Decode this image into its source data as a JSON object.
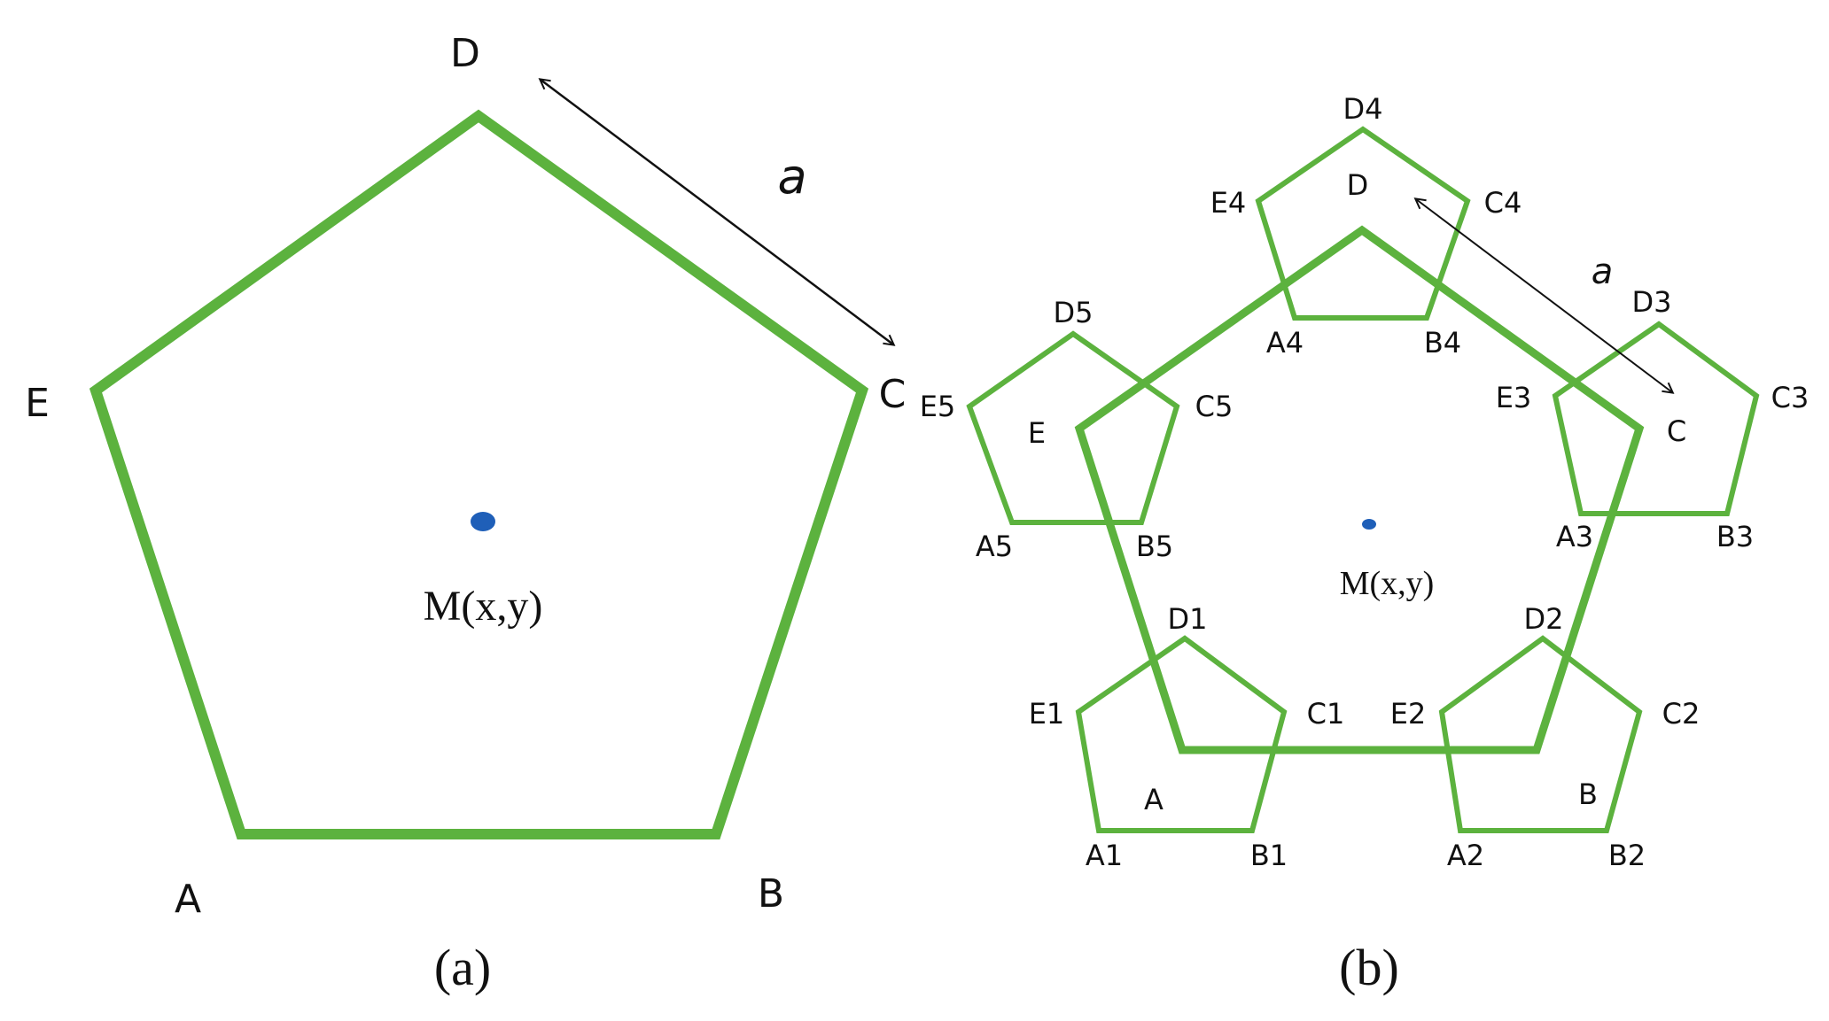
{
  "colors": {
    "pentagon": "#5cb23e",
    "center_dot": "#1f5fb8",
    "arrow": "#111111",
    "text": "#111111"
  },
  "panel_a": {
    "caption": "(a)",
    "center_label": "M(x,y)",
    "side_label": "a",
    "vertices": {
      "A": "A",
      "B": "B",
      "C": "C",
      "D": "D",
      "E": "E"
    }
  },
  "panel_b": {
    "caption": "(b)",
    "center_label": "M(x,y)",
    "side_label": "a",
    "main_vertices": {
      "A": "A",
      "B": "B",
      "C": "C",
      "D": "D",
      "E": "E"
    },
    "small_pentagons": [
      {
        "name": "1",
        "labels": {
          "A": "A1",
          "B": "B1",
          "C": "C1",
          "D": "D1",
          "E": "E1"
        }
      },
      {
        "name": "2",
        "labels": {
          "A": "A2",
          "B": "B2",
          "C": "C2",
          "D": "D2",
          "E": "E2"
        }
      },
      {
        "name": "3",
        "labels": {
          "A": "A3",
          "B": "B3",
          "C": "C3",
          "D": "D3",
          "E": "E3"
        }
      },
      {
        "name": "4",
        "labels": {
          "A": "A4",
          "B": "B4",
          "C": "C4",
          "D": "D4",
          "E": "E4"
        }
      },
      {
        "name": "5",
        "labels": {
          "A": "A5",
          "B": "B5",
          "C": "C5",
          "D": "D5",
          "E": "E5"
        }
      }
    ]
  }
}
